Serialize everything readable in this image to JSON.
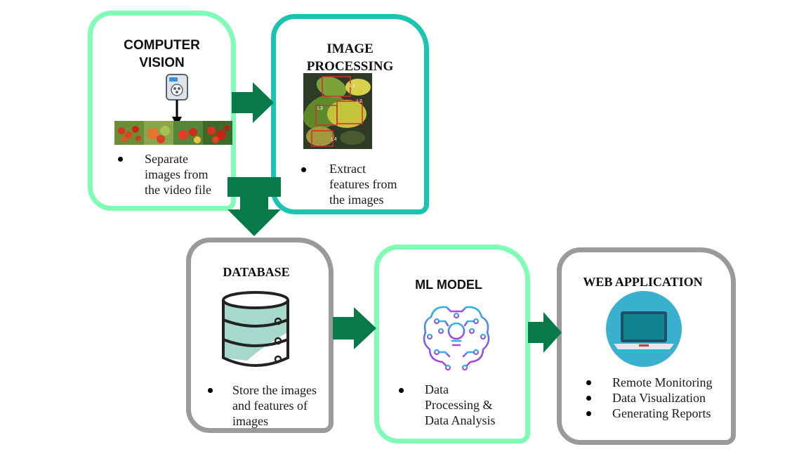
{
  "steps": {
    "computer_vision": {
      "title": "COMPUTER\nVISION",
      "bullet": "Separate\nimages from\nthe video file"
    },
    "image_processing": {
      "title": "IMAGE\nPROCESSING",
      "bullet": "Extract\nfeatures from\nthe images",
      "box_labels": [
        "L1",
        "L2",
        "L3",
        "L4"
      ]
    },
    "database": {
      "title": "DATABASE",
      "bullet": "Store the images\nand features of\nimages"
    },
    "ml_model": {
      "title": "ML MODEL",
      "bullet": "Data\nProcessing &\nData Analysis"
    },
    "web_application": {
      "title": "WEB APPLICATION",
      "bullets": [
        "Remote Monitoring",
        "Data Visualization",
        "Generating Reports"
      ]
    }
  },
  "colors": {
    "light_green": "#7ffcb6",
    "teal": "#19c4b0",
    "gray": "#9a9a9a",
    "arrow_green": "#087a4a"
  },
  "icons": {
    "camera": "camera-icon",
    "database": "database-icon",
    "brain": "ai-brain-icon",
    "laptop": "laptop-icon"
  }
}
